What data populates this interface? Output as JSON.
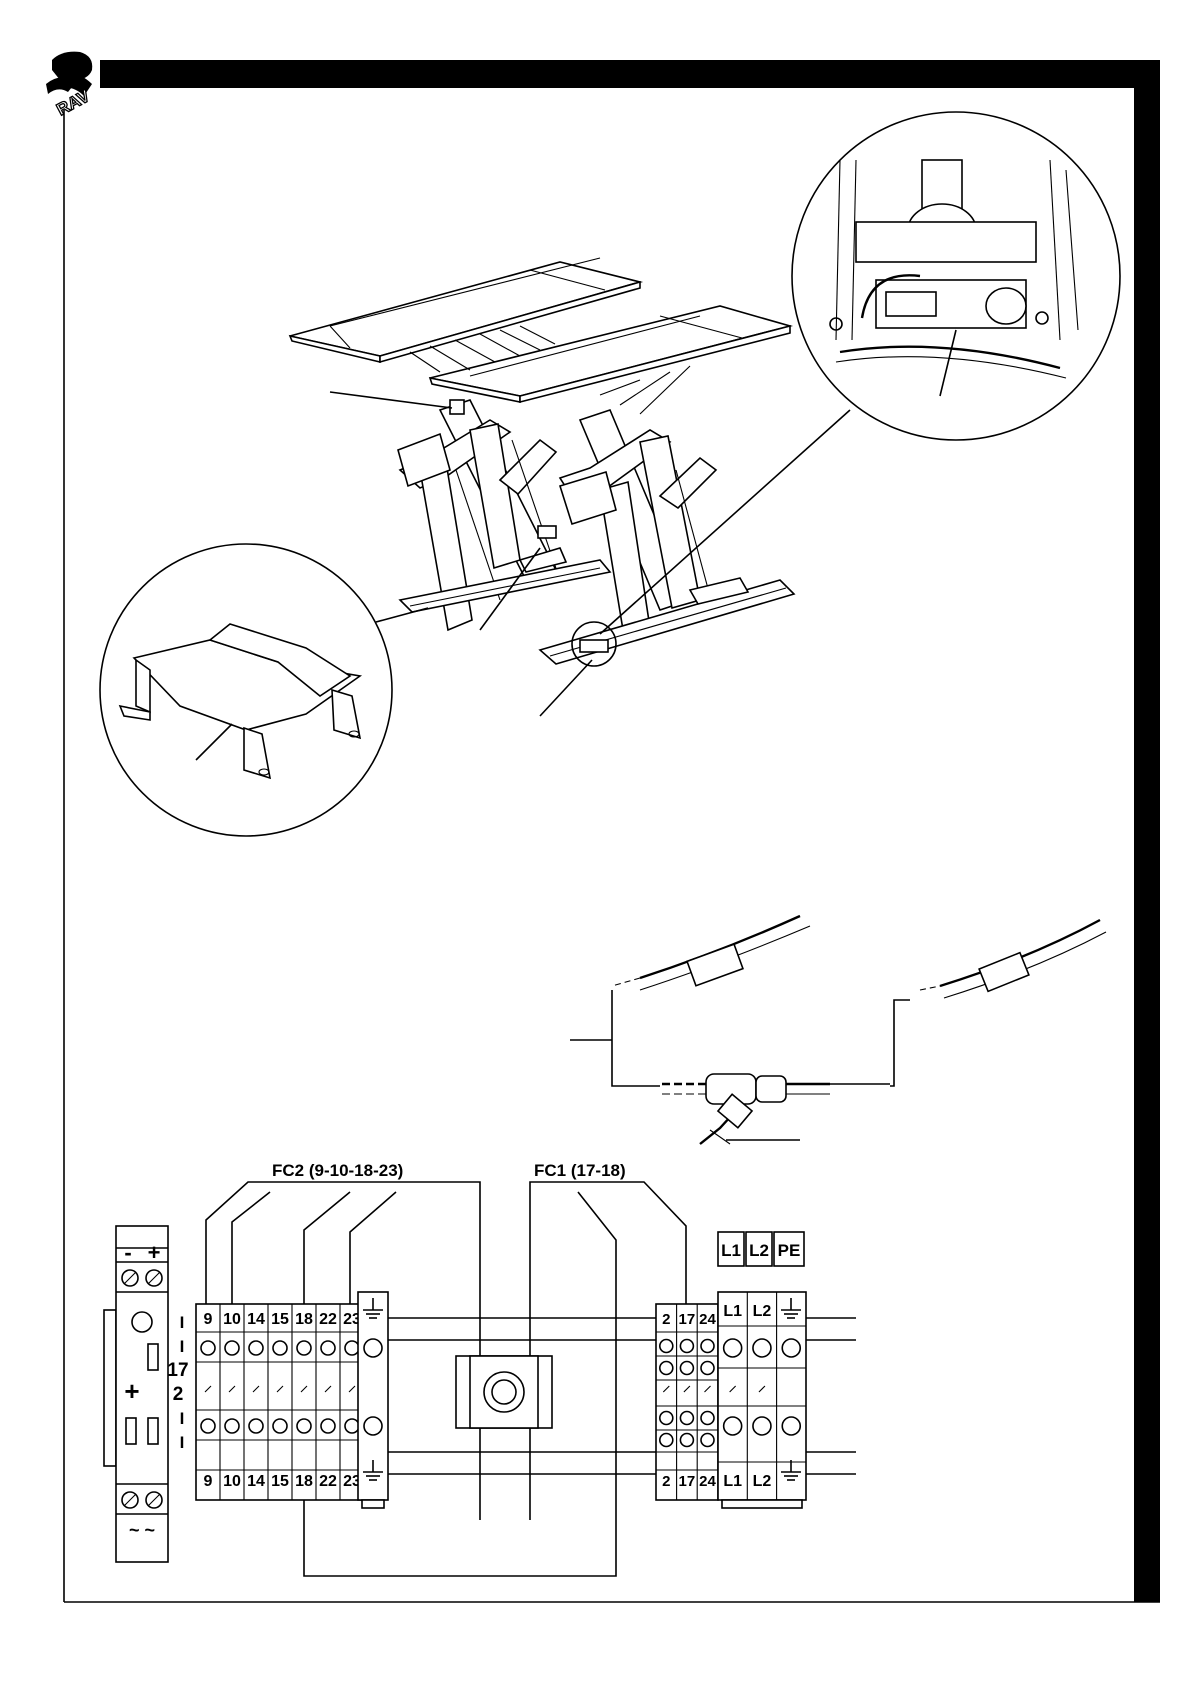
{
  "brand": {
    "logo_text": "RAV",
    "color_ink": "#000000",
    "color_paper": "#ffffff"
  },
  "wiring": {
    "fc2_header": "FC2 (9-10-18-23)",
    "fc1_header": "FC1 (17-18)",
    "power_labels": [
      "L1",
      "L2",
      "PE"
    ],
    "fc2_terminals": [
      "9",
      "10",
      "14",
      "15",
      "18",
      "22",
      "23"
    ],
    "fc1_terminals": [
      "2",
      "17",
      "24"
    ],
    "power_terminals": [
      "L1",
      "L2"
    ],
    "module_top": {
      "minus": "-",
      "plus": "+"
    },
    "module_side": [
      "I",
      "I",
      "17",
      "2",
      "I",
      "I"
    ],
    "module_plus_sign": "+",
    "module_bottom": "~ ~"
  }
}
